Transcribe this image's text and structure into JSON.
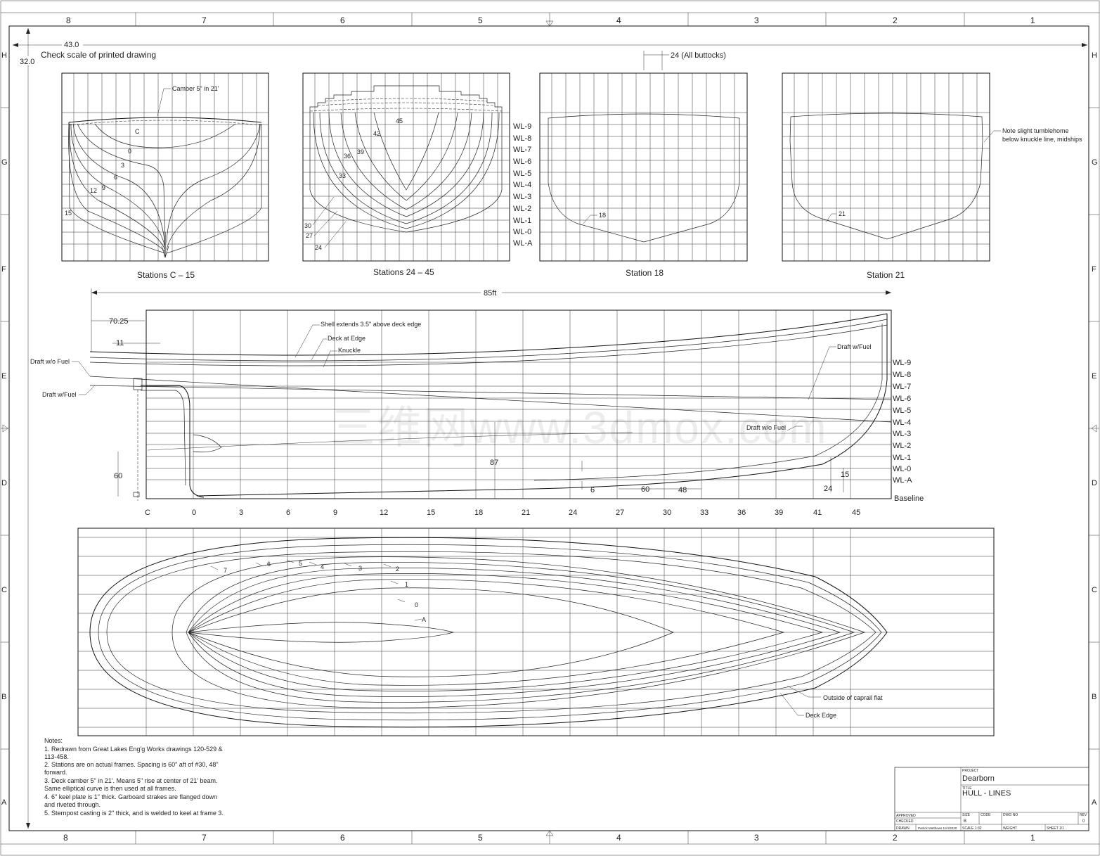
{
  "border": {
    "columns": [
      "8",
      "7",
      "6",
      "5",
      "4",
      "3",
      "2",
      "1"
    ],
    "rows": [
      "H",
      "G",
      "F",
      "E",
      "D",
      "C",
      "B",
      "A"
    ]
  },
  "overall": {
    "width_label": "43.0",
    "height_label": "32.0"
  },
  "check_scale": "Check scale of printed drawing",
  "buttock_note": "24 (All buttocks)",
  "body_plans": {
    "left_title": "Stations C – 15",
    "left_labels": {
      "camber": "Camber 5\" in 21'",
      "stations": [
        "C",
        "0",
        "3",
        "6",
        "9",
        "12",
        "15"
      ]
    },
    "right_title": "Stations 24 – 45",
    "right_stations": [
      "45",
      "42",
      "39",
      "36",
      "33",
      "30",
      "27",
      "24"
    ],
    "waterlines": [
      "WL-9",
      "WL-8",
      "WL-7",
      "WL-6",
      "WL-5",
      "WL-4",
      "WL-3",
      "WL-2",
      "WL-1",
      "WL-0",
      "WL-A"
    ]
  },
  "station18": {
    "title": "Station 18",
    "label": "18"
  },
  "station21": {
    "title": "Station 21",
    "label": "21",
    "note_line1": "Note slight tumblehome",
    "note_line2": "below knuckle line, midships"
  },
  "profile": {
    "length_label": "85ft",
    "dim_70": "70.25",
    "dim_11": "11",
    "shell_note": "Shell extends 3.5\" above deck edge",
    "deck_edge": "Deck at Edge",
    "knuckle": "Knuckle",
    "draft_wo_fuel_left": "Draft w/o Fuel",
    "draft_w_fuel_left": "Draft w/Fuel",
    "draft_w_fuel_right": "Draft w/Fuel",
    "draft_wo_fuel_right": "Draft w/o Fuel",
    "waterlines": [
      "WL-9",
      "WL-8",
      "WL-7",
      "WL-6",
      "WL-5",
      "WL-4",
      "WL-3",
      "WL-2",
      "WL-1",
      "WL-0",
      "WL-A"
    ],
    "baseline": "Baseline",
    "stations": [
      "C",
      "0",
      "3",
      "6",
      "9",
      "12",
      "15",
      "18",
      "21",
      "24",
      "27",
      "30",
      "33",
      "36",
      "39",
      "41",
      "45"
    ],
    "dim_60": "60",
    "dim_87": "87",
    "dim_6": "6",
    "dim_60b": "60",
    "dim_48": "48",
    "dim_15": "15",
    "dim_24": "24"
  },
  "plan": {
    "lines": [
      "7",
      "6",
      "5",
      "4",
      "3",
      "2",
      "1",
      "0",
      "A"
    ],
    "caprail": "Outside of caprail flat",
    "deck_edge": "Deck Edge"
  },
  "watermark": "三维网www.3dmox.com",
  "notes": {
    "heading": "Notes:",
    "lines": [
      "1. Redrawn from Great Lakes Eng'g Works drawings 120-529 &",
      "113-458.",
      "2. Stations are on actual frames. Spacing is 60\" aft of #30, 48\"",
      "forward.",
      "3. Deck camber 5\" in 21'. Means 5\" rise at center of 21' beam.",
      "Same elliptical curve is then used at all frames.",
      "4. 6\" keel plate is 1\" thick. Garboard strakes are flanged down",
      "and riveted through.",
      "5. Sternpost casting is 2\" thick, and is welded to keel at frame 3."
    ]
  },
  "title_block": {
    "project_label": "PROJECT",
    "project": "Dearborn",
    "title_label": "TITLE",
    "title": "HULL - LINES",
    "approved": "APPROVED",
    "checked": "CHECKED",
    "drawn": "DRAWN",
    "drawn_by": "Patrick Matthews 11/4/2020",
    "size_label": "SIZE",
    "size": "B",
    "code_label": "CODE",
    "dwg_label": "DWG NO",
    "rev_label": "REV",
    "rev": "0",
    "scale_label": "SCALE 1:32",
    "weight_label": "WEIGHT",
    "sheet_label": "SHEET 1/1"
  }
}
